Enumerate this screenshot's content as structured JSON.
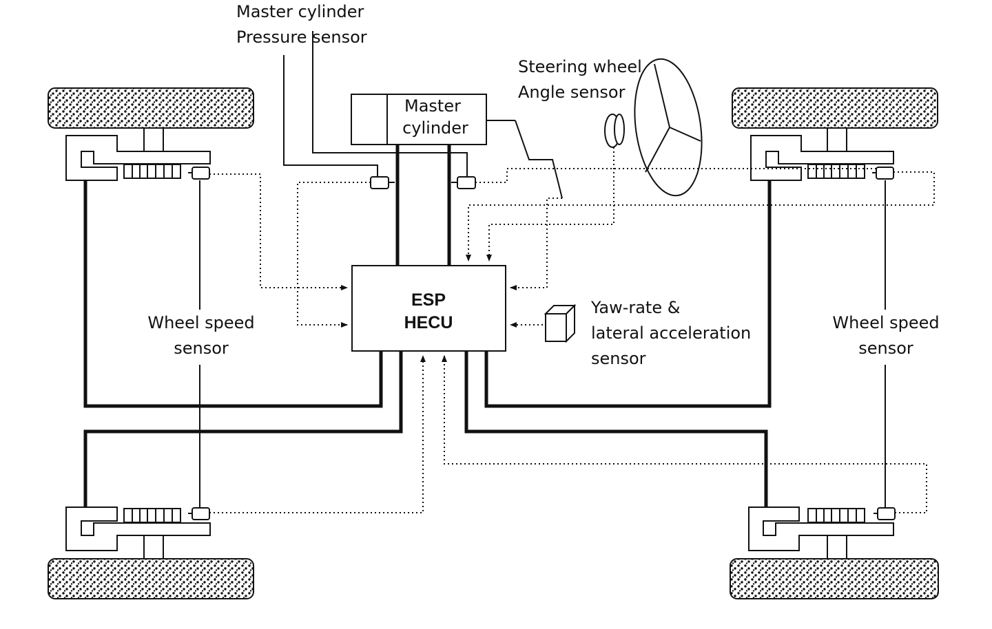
{
  "labels": {
    "master_cylinder_sensor_line1": "Master cylinder",
    "master_cylinder_sensor_line2": "Pressure sensor",
    "steering_line1": "Steering wheel",
    "steering_line2": "Angle sensor",
    "master_cyl_line1": "Master",
    "master_cyl_line2": "cylinder",
    "ecu_line1": "ESP",
    "ecu_line2": "HECU",
    "yaw_line1": "Yaw-rate &",
    "yaw_line2": "lateral acceleration",
    "yaw_line3": "sensor",
    "wss_left_line1": "Wheel speed",
    "wss_left_line2": "sensor",
    "wss_right_line1": "Wheel speed",
    "wss_right_line2": "sensor"
  }
}
